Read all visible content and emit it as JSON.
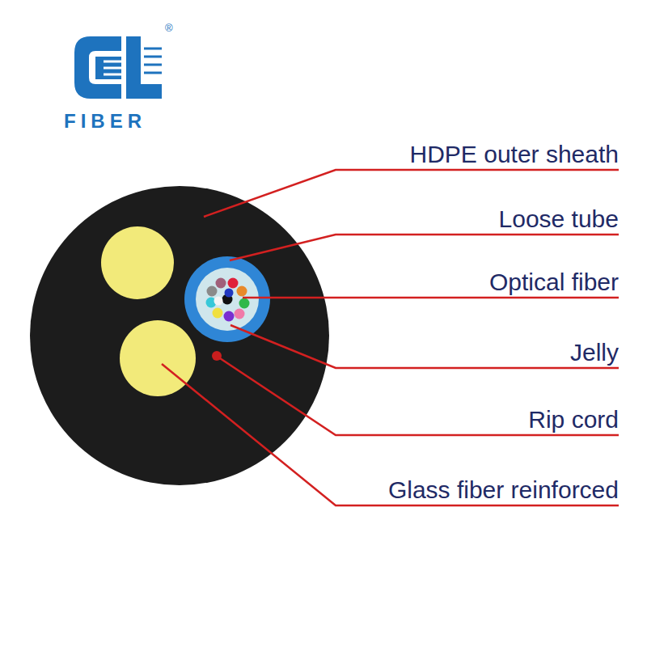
{
  "diagram": {
    "labels": [
      "®",
      "FIBER",
      "HDPE outer sheath",
      "Loose tube",
      "Optical fiber",
      "Jelly",
      "Rip cord",
      "Glass fiber reinforced"
    ]
  }
}
